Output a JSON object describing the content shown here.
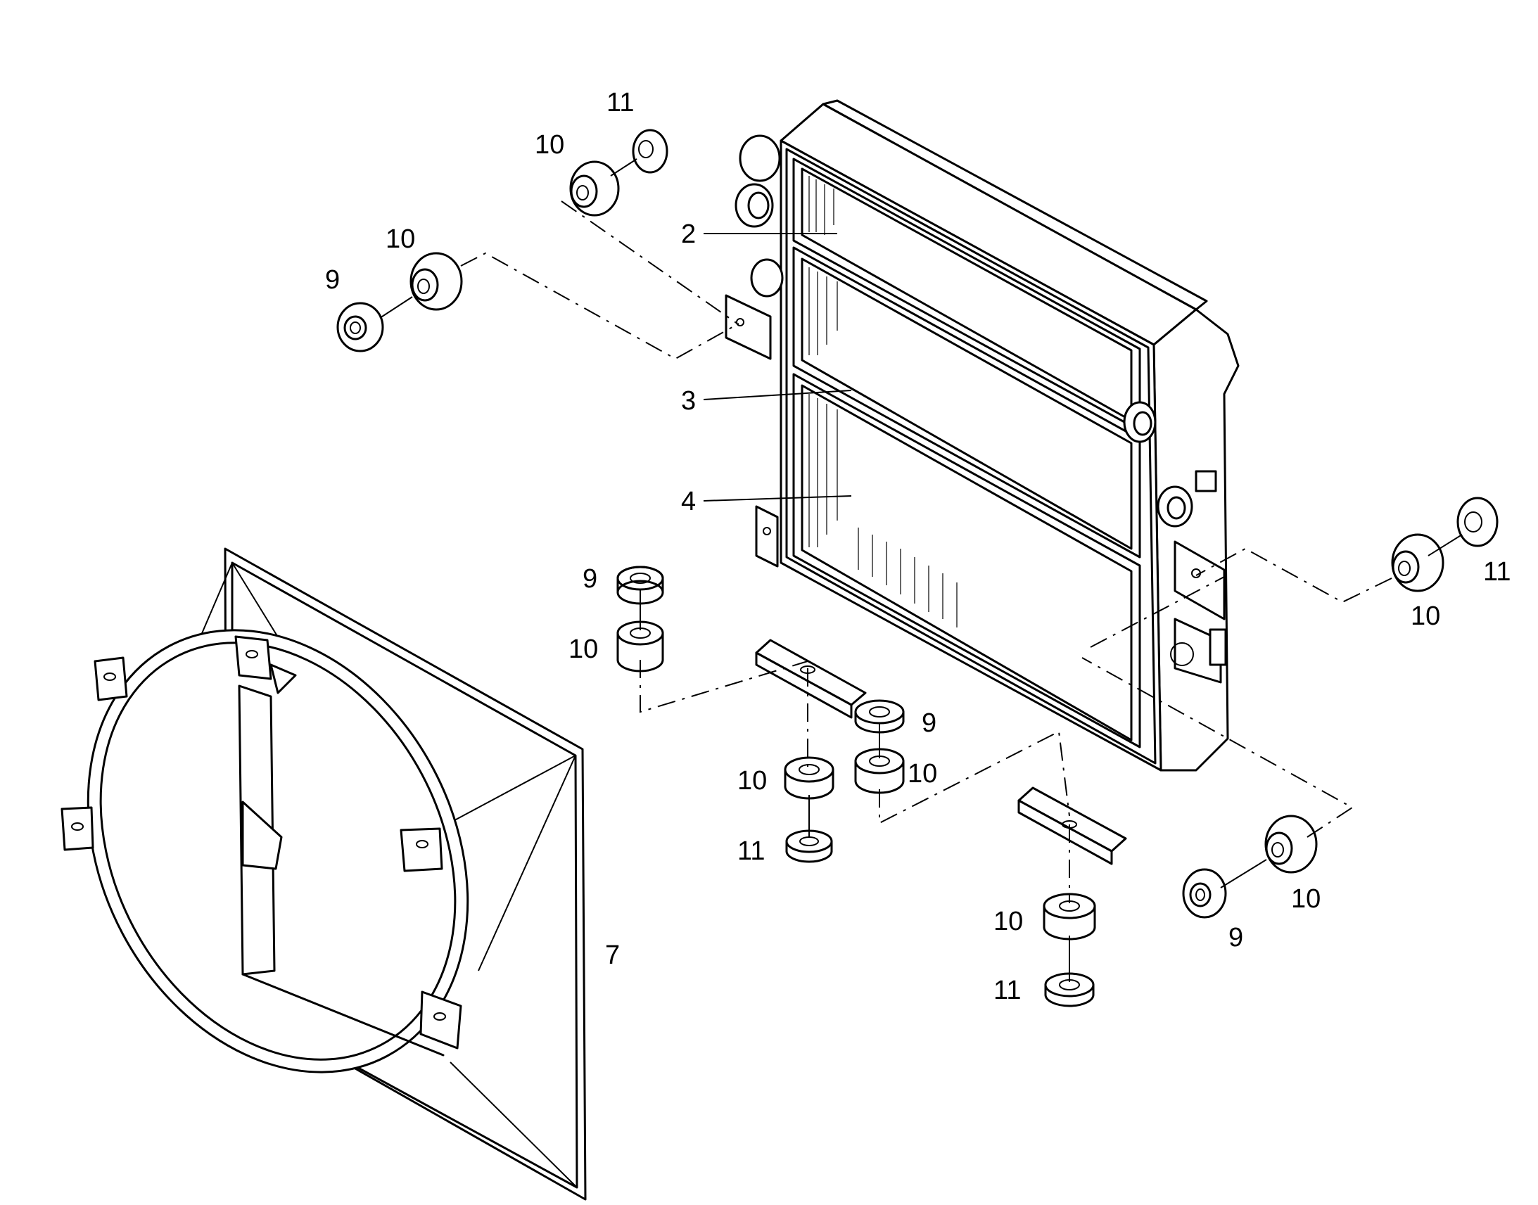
{
  "diagram": {
    "callouts": {
      "radiator_top": "2",
      "radiator_middle": "3",
      "radiator_bottom": "4",
      "fan_shroud": "7",
      "ul_washer_9": "9",
      "ul_bush_10": "10",
      "ul_bush_10b": "10",
      "ul_washer_11": "11",
      "r_bush_10": "10",
      "r_washer_11": "11",
      "lc_washer_9": "9",
      "lc_bush_10": "10",
      "lc_bush_10b": "10",
      "lc_washer_11": "11",
      "c_washer_9": "9",
      "c_bush_10": "10",
      "br_bush_10": "10",
      "br_washer_11": "11",
      "br_washer_9": "9",
      "br_bush_10b": "10"
    }
  }
}
